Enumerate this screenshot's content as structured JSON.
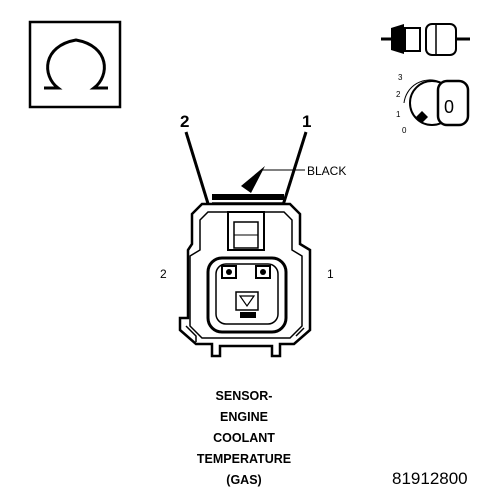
{
  "diagram": {
    "meter_symbol": "ohm-symbol",
    "top_right_icons": [
      "connector-disconnected-icon",
      "ignition-key-icon"
    ],
    "ignition": {
      "positions": [
        "3",
        "2",
        "1",
        "0"
      ],
      "key_label": "0"
    },
    "pins": {
      "pin2_label": "2",
      "pin1_label": "1",
      "side_left": "2",
      "side_right": "1"
    },
    "callout": "BLACK",
    "title_lines": [
      "SENSOR-",
      "ENGINE",
      "COOLANT",
      "TEMPERATURE",
      "(GAS)"
    ],
    "figure_number": "81912800"
  }
}
